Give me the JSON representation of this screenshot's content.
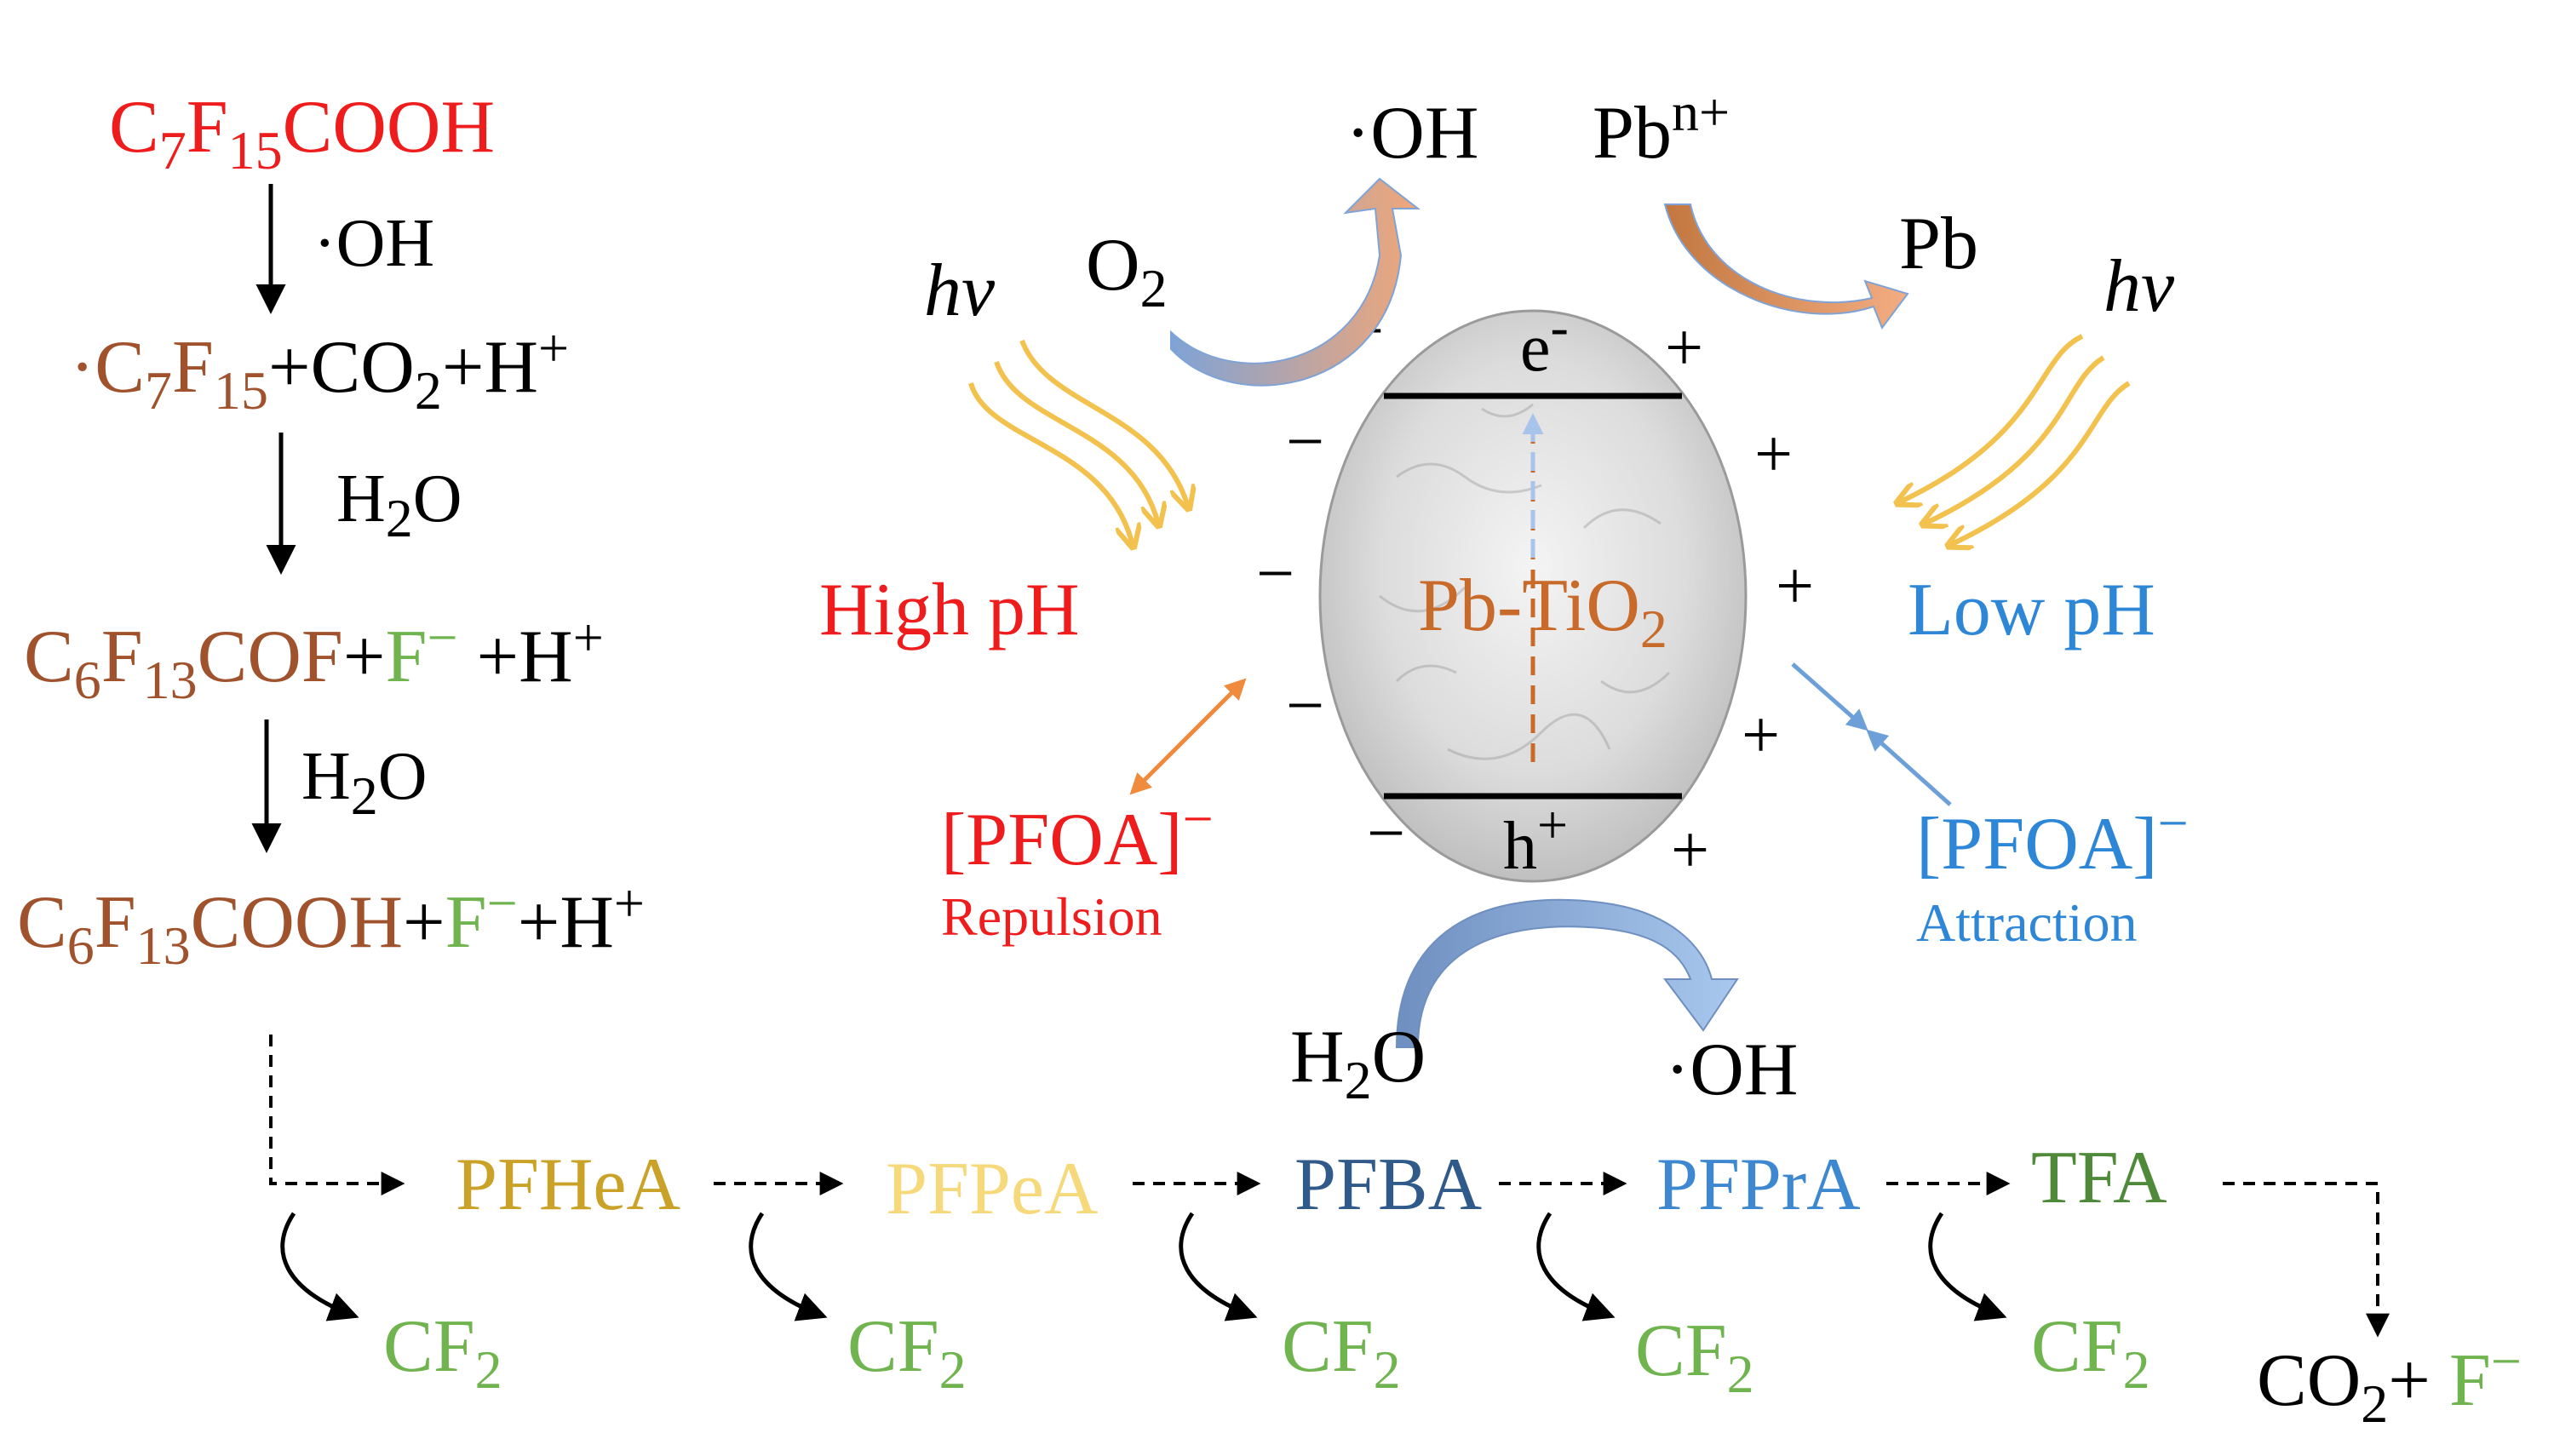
{
  "colors": {
    "red": "#ee1c1c",
    "brown": "#a0522d",
    "black": "#000000",
    "green": "#70b450",
    "orange_label": "#c86a2a",
    "blue": "#2e86d6",
    "gold": "#c9a227",
    "pale_yellow": "#f5d97a",
    "dark_blue": "#2f5a8a",
    "mid_blue": "#3d88d0",
    "dark_green": "#4e8a3a",
    "photon": "#f2c14e",
    "arrow_orange": "#f08a3c",
    "arrow_blue": "#6da0d8"
  },
  "pathway": {
    "step1": {
      "a": "C",
      "a_sub": "7",
      "b": "F",
      "b_sub": "15",
      "c": "COOH"
    },
    "arrow1_label": "·OH",
    "step2": {
      "a": "·C",
      "a_sub": "7",
      "b": "F",
      "b_sub": "15",
      "c": "+CO",
      "c_sub": "2",
      "d": "+H",
      "d_sup": "+"
    },
    "arrow2_label": {
      "a": "H",
      "a_sub": "2",
      "b": "O"
    },
    "step3": {
      "a": "C",
      "a_sub": "6",
      "b": "F",
      "b_sub": "13",
      "c": "COF",
      "d": "+",
      "e": "F",
      "e_sup": "−",
      "f": " +H",
      "f_sup": "+"
    },
    "arrow3_label": {
      "a": "H",
      "a_sub": "2",
      "b": "O"
    },
    "step4": {
      "a": "C",
      "a_sub": "6",
      "b": "F",
      "b_sub": "13",
      "c": "COOH",
      "d": "+",
      "e": "F",
      "e_sup": "−",
      "f": "+H",
      "f_sup": "+"
    }
  },
  "chain": {
    "items": [
      "PFHeA",
      "PFPeA",
      "PFBA",
      "PFPrA",
      "TFA"
    ],
    "byproduct": {
      "a": "CF",
      "a_sub": "2"
    },
    "final": {
      "a": "CO",
      "a_sub": "2",
      "b": "+ ",
      "c": "F",
      "c_sup": "−"
    }
  },
  "catalyst": {
    "label": {
      "a": "Pb-TiO",
      "a_sub": "2"
    },
    "electron": {
      "a": "e",
      "a_sup": "-"
    },
    "hole": {
      "a": "h",
      "a_sup": "+"
    },
    "oh_top": "·OH",
    "o2": {
      "a": "O",
      "a_sub": "2"
    },
    "pb_ion": {
      "a": "Pb",
      "a_sup": "n+"
    },
    "pb": "Pb",
    "h2o": {
      "a": "H",
      "a_sub": "2",
      "b": "O"
    },
    "oh_bottom": "·OH",
    "minus": "−",
    "plus": "+"
  },
  "left_side": {
    "hv": "hv",
    "ph": "High pH",
    "pfoa": {
      "a": "[PFOA]",
      "a_sup": "−"
    },
    "effect": "Repulsion"
  },
  "right_side": {
    "hv": "hv",
    "ph": "Low pH",
    "pfoa": {
      "a": "[PFOA]",
      "a_sup": "−"
    },
    "effect": "Attraction"
  }
}
